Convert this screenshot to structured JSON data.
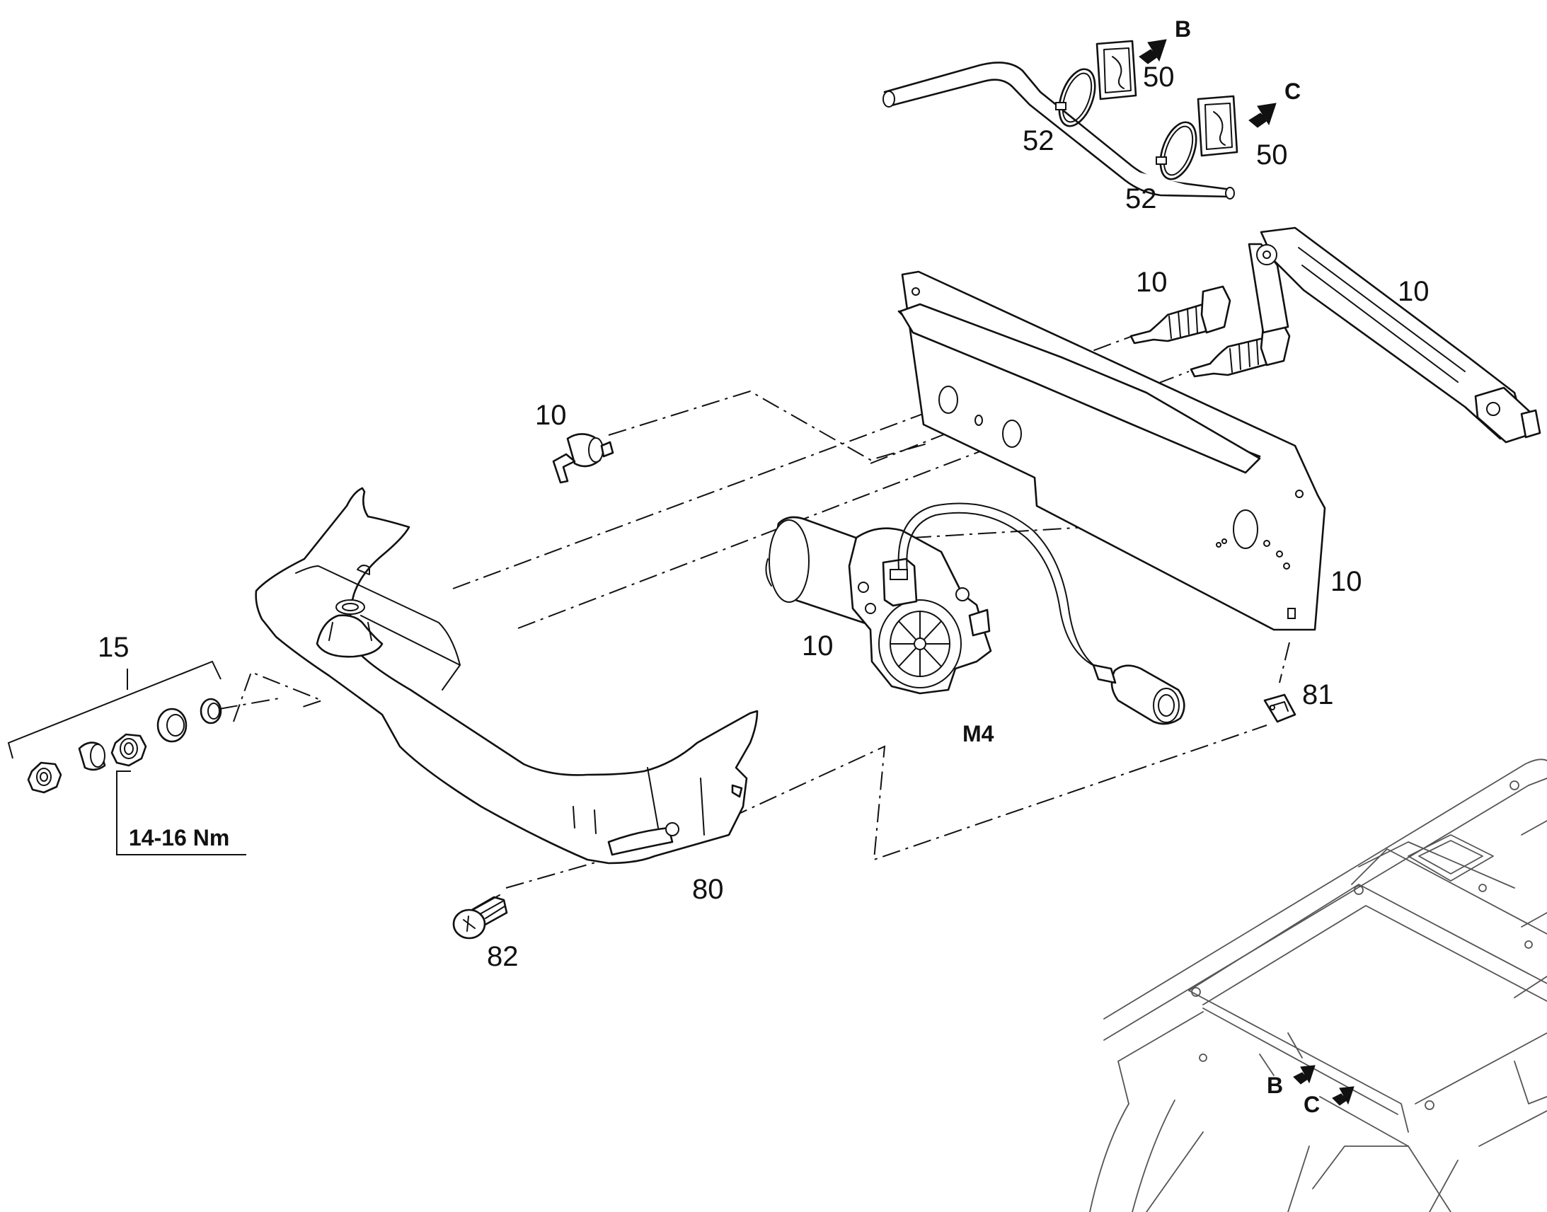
{
  "labels": {
    "p10_nozzle": "10",
    "p10_spindle": "10",
    "p10_arm": "10",
    "p10_plate": "10",
    "p10_motor": "10",
    "p15": "15",
    "torque": "14-16 Nm",
    "p50_b": "50",
    "p50_c": "50",
    "p52_a": "52",
    "p52_b": "52",
    "p80": "80",
    "p81": "81",
    "p82": "82",
    "m4": "M4",
    "ref_b_top": "B",
    "ref_c_top": "C",
    "ref_b_cab": "B",
    "ref_c_cab": "C"
  }
}
